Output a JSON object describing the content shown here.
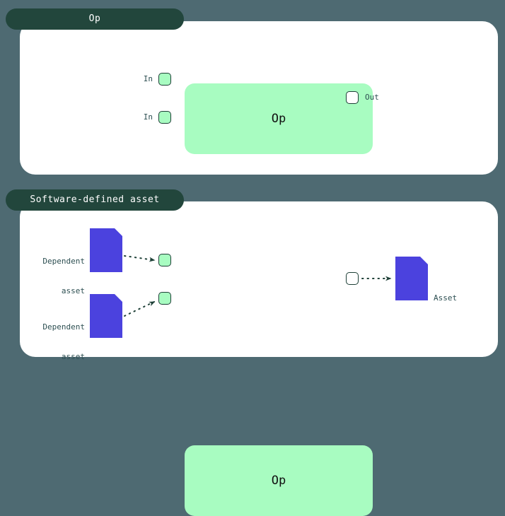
{
  "background_color": "#4e6a72",
  "theme": {
    "panel_bg": "#ffffff",
    "tab_bg": "#22463c",
    "tab_text": "#ffffff",
    "op_fill": "#a8fcc1",
    "port_border": "#1d3f36",
    "asset_fill": "#4b42de",
    "label_text": "#2d4f52",
    "edge_color": "#1d3f36"
  },
  "panels": [
    {
      "id": "op",
      "tab_label": "Op",
      "node": {
        "label": "Op",
        "inputs": [
          {
            "label": "In"
          },
          {
            "label": "In"
          }
        ],
        "outputs": [
          {
            "label": "Out"
          }
        ]
      }
    },
    {
      "id": "software-defined-asset",
      "tab_label": "Software-defined asset",
      "node": {
        "label": "Op",
        "inputs": [
          {
            "label": ""
          },
          {
            "label": ""
          }
        ],
        "outputs": [
          {
            "label": ""
          }
        ]
      },
      "upstream_assets": [
        {
          "label_line1": "Dependent",
          "label_line2": "asset",
          "icon": "asset-document-icon"
        },
        {
          "label_line1": "Dependent",
          "label_line2": "asset",
          "icon": "asset-document-icon"
        }
      ],
      "downstream_assets": [
        {
          "label_line1": "Asset",
          "label_line2": "",
          "icon": "asset-document-icon"
        }
      ]
    }
  ]
}
